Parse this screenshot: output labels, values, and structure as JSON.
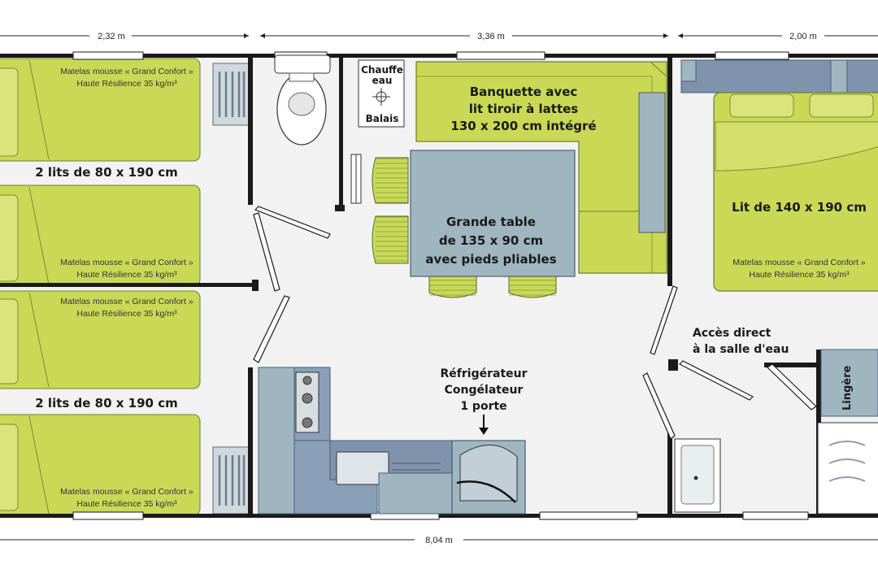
{
  "dimensions": {
    "left": "2,32 m",
    "middle": "3,36 m",
    "right": "2,00 m",
    "total": "8,04 m"
  },
  "bedrooms_left": {
    "upper_label": "2 lits de 80 x 190 cm",
    "lower_label": "2 lits de 80 x 190 cm"
  },
  "mattress": {
    "line1": "Matelas mousse « Grand Confort »",
    "line2": "Haute Résilience 35 kg/m³"
  },
  "water_heater": {
    "line1": "Chauffe",
    "line2": "eau",
    "line3": "Balais"
  },
  "bench": {
    "line1": "Banquette avec",
    "line2": "lit tiroir à lattes",
    "line3": "130 x 200 cm intégré"
  },
  "table": {
    "line1": "Grande table",
    "line2": "de 135 x 90 cm",
    "line3": "avec pieds pliables"
  },
  "fridge": {
    "line1": "Réfrigérateur",
    "line2": "Congélateur",
    "line3": "1 porte"
  },
  "master_bed": {
    "label": "Lit de 140 x 190 cm"
  },
  "bathroom_access": {
    "line1": "Accès direct",
    "line2": "à la salle d'eau"
  },
  "linen": {
    "label": "Lingère"
  },
  "colors": {
    "bed": "#c9d956",
    "furniture": "#9fb6c0",
    "kitchen": "#7f93ad",
    "wall": "#1a1a1a",
    "floor": "#f2f2f2"
  }
}
